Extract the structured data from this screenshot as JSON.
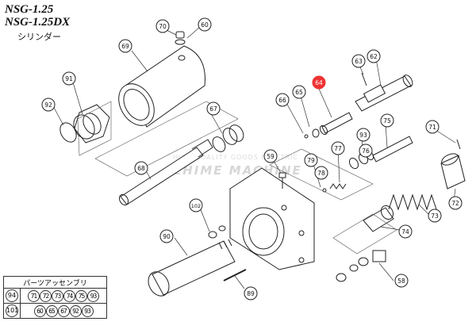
{
  "header": {
    "title_line1": "NSG-1.25",
    "title_line2": "NSG-1.25DX",
    "subtitle": "シリンダー"
  },
  "watermark": {
    "tagline": "HIGH QUALITY GOODS ELECTRIC",
    "brand": "EHIME MACHINE"
  },
  "callouts": [
    {
      "id": "70",
      "highlight": false
    },
    {
      "id": "60",
      "highlight": false
    },
    {
      "id": "69",
      "highlight": false
    },
    {
      "id": "91",
      "highlight": false
    },
    {
      "id": "92",
      "highlight": false
    },
    {
      "id": "67",
      "highlight": false
    },
    {
      "id": "68",
      "highlight": false
    },
    {
      "id": "63",
      "highlight": false
    },
    {
      "id": "62",
      "highlight": false
    },
    {
      "id": "64",
      "highlight": true
    },
    {
      "id": "65",
      "highlight": false
    },
    {
      "id": "66",
      "highlight": false
    },
    {
      "id": "93",
      "highlight": false
    },
    {
      "id": "75",
      "highlight": false
    },
    {
      "id": "77",
      "highlight": false
    },
    {
      "id": "76",
      "highlight": false
    },
    {
      "id": "71",
      "highlight": false
    },
    {
      "id": "79",
      "highlight": false
    },
    {
      "id": "59",
      "highlight": false
    },
    {
      "id": "78",
      "highlight": false
    },
    {
      "id": "72",
      "highlight": false
    },
    {
      "id": "102",
      "highlight": false
    },
    {
      "id": "73",
      "highlight": false
    },
    {
      "id": "74",
      "highlight": false
    },
    {
      "id": "90",
      "highlight": false
    },
    {
      "id": "58",
      "highlight": false
    },
    {
      "id": "89",
      "highlight": false
    }
  ],
  "parts_table": {
    "header": "パーツアッセンブリ",
    "rows": [
      {
        "lead": "94",
        "items": [
          "71",
          "72",
          "73",
          "74",
          "75",
          "93"
        ]
      },
      {
        "lead": "101",
        "items": [
          "60",
          "65",
          "67",
          "92",
          "93"
        ]
      }
    ]
  },
  "colors": {
    "highlight": "#ee3333",
    "line": "#222222",
    "watermark": "#d6d6d6"
  }
}
